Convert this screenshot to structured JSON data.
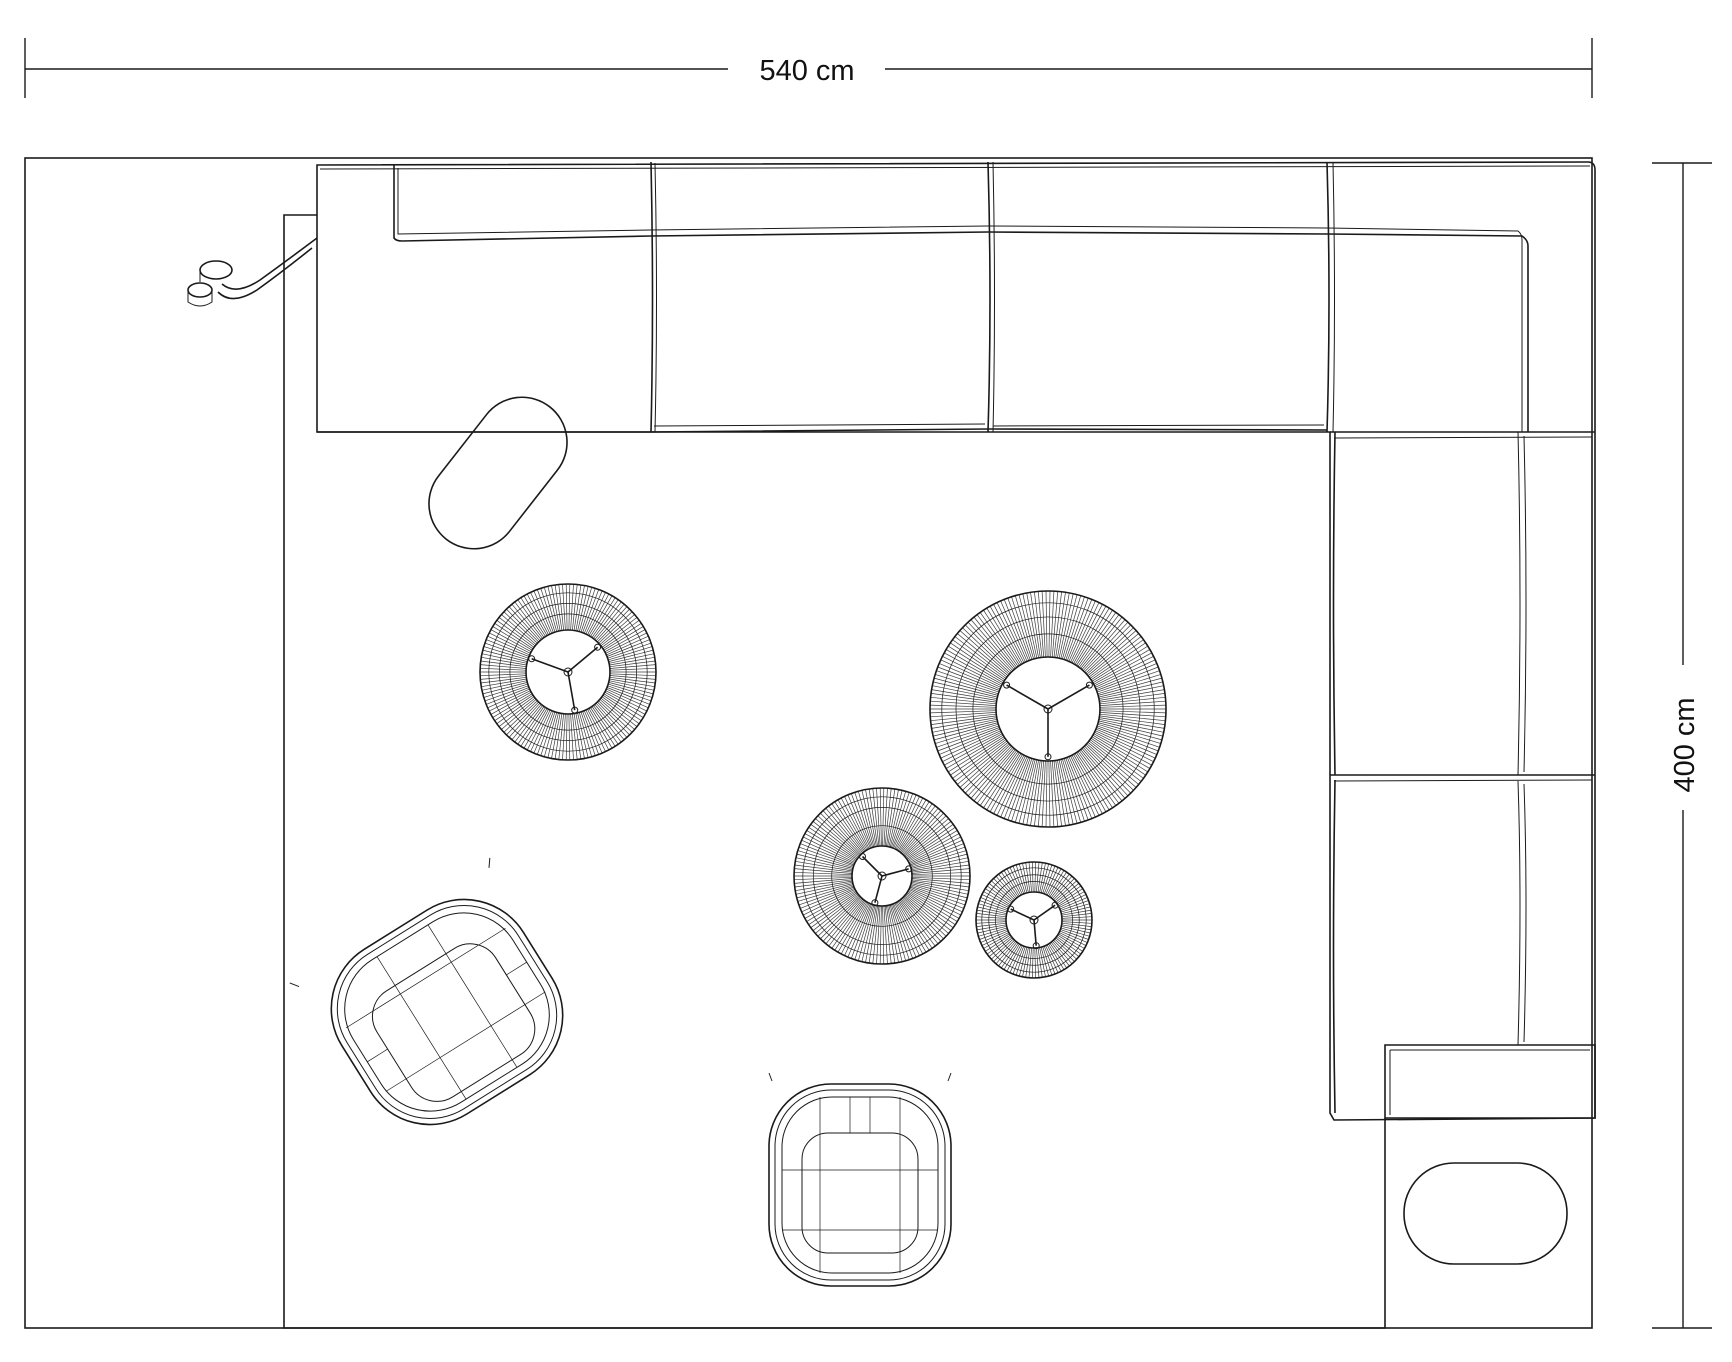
{
  "dimensions": {
    "width_label": "540 cm",
    "height_label": "400 cm"
  },
  "colors": {
    "line": "#1a1a1a",
    "background": "#ffffff"
  },
  "furniture": [
    {
      "kind": "sectional-sofa"
    },
    {
      "kind": "ottoman-left"
    },
    {
      "kind": "ottoman-right"
    },
    {
      "kind": "floor-lamp"
    },
    {
      "kind": "wicker-side-table",
      "count": 4
    },
    {
      "kind": "wicker-armchair",
      "count": 2
    }
  ]
}
